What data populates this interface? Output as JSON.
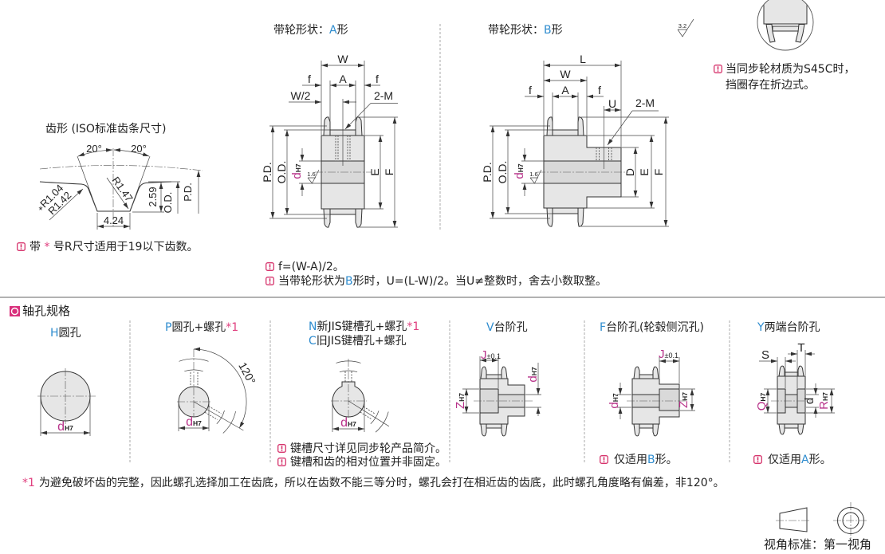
{
  "tooth_profile": {
    "title": "齿形 (ISO标准齿条尺寸)",
    "angle_left": "20°",
    "angle_right": "20°",
    "radius_mark": "*",
    "radius_small": "R1.04",
    "radius_large": "R1.42",
    "radius_root": "R1.47",
    "tooth_height": "2.59",
    "outer_dia": "O.D.",
    "pitch_dia": "P.D.",
    "root_width": "4.24",
    "note": {
      "prefix": "带",
      "mark": "*",
      "text": "号R尺寸适用于19以下齿数。"
    }
  },
  "pulley_shape_a": {
    "title": "带轮形状：",
    "code": "A",
    "suffix": "形",
    "dims": {
      "w": "W",
      "f": "f",
      "a": "A",
      "half_w": "W/2",
      "tap": "2-M",
      "pd": "P.D.",
      "od": "O.D.",
      "bore": "d",
      "bore_tol": "H7",
      "roughness": "1.6",
      "e": "E",
      "f_dim": "F"
    }
  },
  "pulley_shape_b": {
    "title": "带轮形状：",
    "code": "B",
    "suffix": "形",
    "dims": {
      "l": "L",
      "w": "W",
      "f": "f",
      "a": "A",
      "u": "U",
      "tap": "2-M",
      "pd": "P.D.",
      "od": "O.D.",
      "bore": "d",
      "bore_tol": "H7",
      "roughness": "1.6",
      "hub_d": "D",
      "e": "E",
      "f_dim": "F"
    }
  },
  "general_roughness": "3.2",
  "flange_detail_note": {
    "line1": "当同步轮材质为S45C时，",
    "line2": "挡圈存在折边式。"
  },
  "shape_notes": {
    "formula_f": "f=(W-A)/2。",
    "formula_u_pre": "当带轮形状为",
    "formula_u_code": "B",
    "formula_u_post": "形时，U=(L-W)/2。当U≠整数时，舍去小数取整。"
  },
  "bore_spec": {
    "title": "轴孔规格",
    "types": [
      {
        "code": "H",
        "name": "圆孔",
        "dim": "d",
        "tol": "H7"
      },
      {
        "code": "P",
        "name": "圆孔+螺孔",
        "ref": "*1",
        "dim": "d",
        "tol": "H7",
        "angle": "120°"
      },
      {
        "code": "N",
        "name": "新JIS键槽孔+螺孔",
        "ref": "*1",
        "alt_code": "C",
        "alt_name": "旧JIS键槽孔+螺孔",
        "dim": "d",
        "tol": "H7",
        "notes": [
          "键槽尺寸详见同步轮产品简介。",
          "键槽和齿的相对位置并非固定。"
        ]
      },
      {
        "code": "V",
        "name": "台阶孔",
        "step": "J",
        "step_tol": "±0.1",
        "counterbore": "Z",
        "counterbore_tol": "H7",
        "dim": "d",
        "tol": "H7"
      },
      {
        "code": "F",
        "name": "台阶孔(轮毂侧沉孔)",
        "step": "J",
        "step_tol": "±0.1",
        "dim": "d",
        "tol": "H7",
        "counterbore": "Z",
        "counterbore_tol": "H7",
        "note_pre": "仅适用",
        "note_code": "B",
        "note_post": "形。"
      },
      {
        "code": "Y",
        "name": "两端台阶孔",
        "depth_left": "S",
        "depth_right": "T",
        "counterbore_left": "Q",
        "counterbore_left_tol": "H7",
        "dim": "d",
        "counterbore_right": "R",
        "counterbore_right_tol": "H7",
        "note_pre": "仅适用",
        "note_code": "A",
        "note_post": "形。"
      }
    ]
  },
  "footnote": {
    "mark": "*1",
    "text": "为避免破坏齿的完整，因此螺孔选择加工在齿底，所以在齿数不能三等分时，螺孔会打在相近齿的齿底，此时螺孔角度略有偏差，非120°。"
  },
  "projection": {
    "label": "视角标准：第一视角",
    "icon": "first-angle-projection-icon"
  },
  "colors": {
    "accent_blue": "#2e8ccf",
    "accent_magenta": "#b8338a",
    "mark_pink": "#e0407f",
    "note_icon": "#d6336c",
    "part_fill": "#e6e6e6",
    "line": "#333333"
  }
}
